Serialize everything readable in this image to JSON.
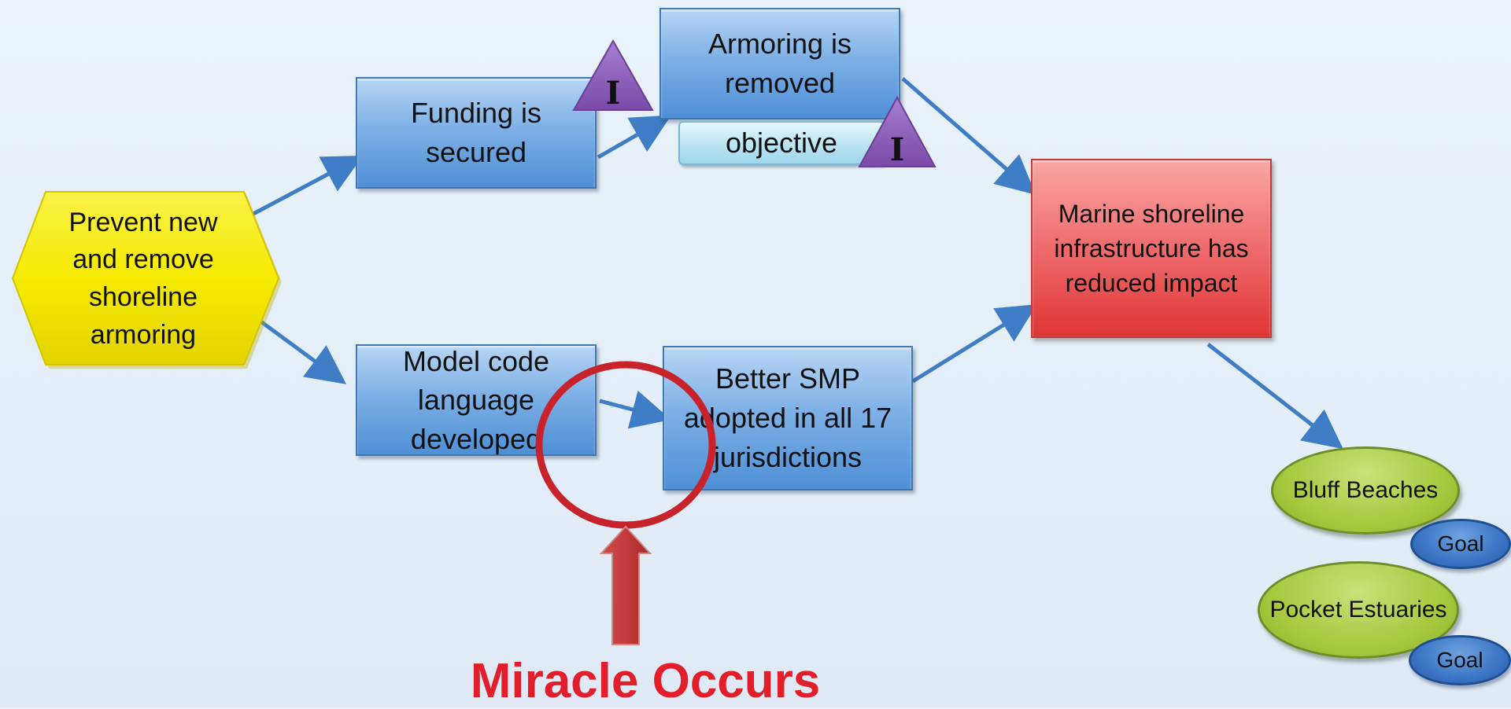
{
  "nodes": {
    "start": "Prevent new and remove shoreline armoring",
    "funding": "Funding is secured",
    "armoring": "Armoring is removed",
    "objective_tag": "objective",
    "model_code": "Model code language developed",
    "better_smp": "Better SMP adopted in all 17 jurisdictions",
    "result": "Marine shoreline infrastructure has reduced impact"
  },
  "indicators": [
    "I",
    "I"
  ],
  "goals": [
    {
      "label": "Bluff Beaches",
      "badge": "Goal"
    },
    {
      "label": "Pocket Estuaries",
      "badge": "Goal"
    }
  ],
  "annotation": "Miracle Occurs",
  "colors": {
    "arrow": "#3f7ec6",
    "miracle": "#e21e2b",
    "hexagon": "#f5ea00",
    "indicator": "#8a5bb5"
  }
}
